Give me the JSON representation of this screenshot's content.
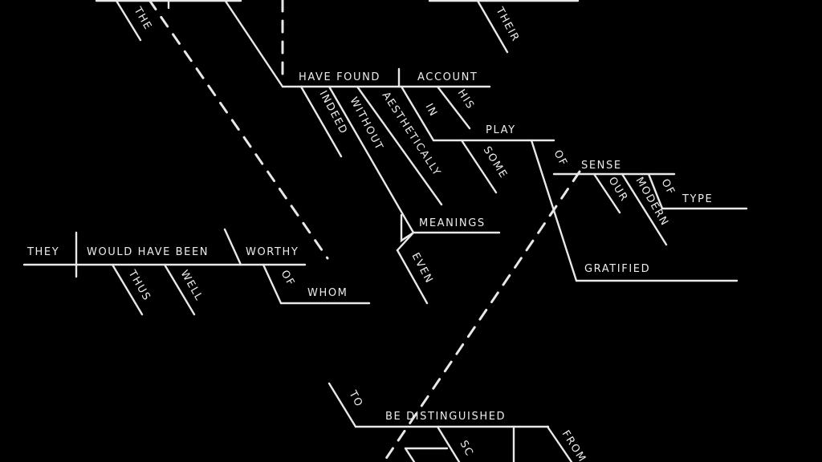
{
  "diagram": {
    "type": "sentence-diagram",
    "colors": {
      "background": "#000000",
      "chalk": "#e8e8e8"
    },
    "words": {
      "the": "THE",
      "their": "THEIR",
      "have_found": "HAVE FOUND",
      "account": "ACCOUNT",
      "indeed": "INDEED",
      "without": "WITHOUT",
      "aesthetically": "AESTHETICALLY",
      "in": "IN",
      "his": "HIS",
      "play": "PLAY",
      "some": "SOME",
      "of1": "OF",
      "sense": "SENSE",
      "our": "OUR",
      "modern": "MODERN",
      "of2": "OF",
      "type": "TYPE",
      "meanings": "MEANINGS",
      "even": "EVEN",
      "gratified": "GRATIFIED",
      "they": "THEY",
      "would_have_been": "WOULD HAVE BEEN",
      "worthy": "WORTHY",
      "thus": "THUS",
      "well": "WELL",
      "of3": "OF",
      "whom": "WHOM",
      "to": "TO",
      "be_distinguished": "BE DISTINGUISHED",
      "sc": "SC",
      "from": "FROM"
    }
  }
}
